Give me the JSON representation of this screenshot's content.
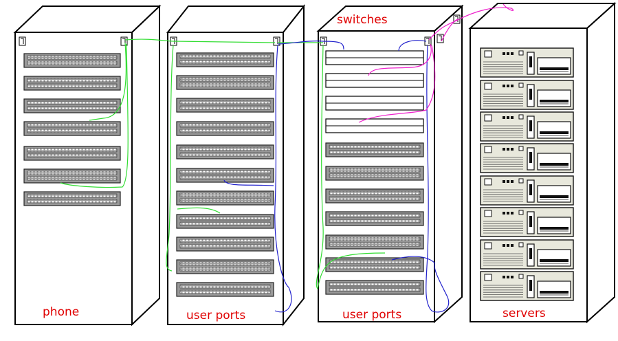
{
  "labels": {
    "phone": "phone",
    "user_ports_1": "user ports",
    "switches": "switches",
    "user_ports_2": "user ports",
    "servers": "servers"
  },
  "colors": {
    "label": "#e00000",
    "cable_green": "#33dd33",
    "cable_blue": "#2222cc",
    "cable_magenta": "#ee22cc",
    "panel_fill": "#9a9a9a",
    "server_fill": "#e8e8dc"
  },
  "racks": [
    {
      "id": "phone-rack",
      "patch_panels": 7
    },
    {
      "id": "user-ports-rack-1",
      "patch_panels": 11
    },
    {
      "id": "switches-rack",
      "switches": 4,
      "patch_panels": 7
    },
    {
      "id": "servers-rack",
      "servers": 8
    }
  ]
}
